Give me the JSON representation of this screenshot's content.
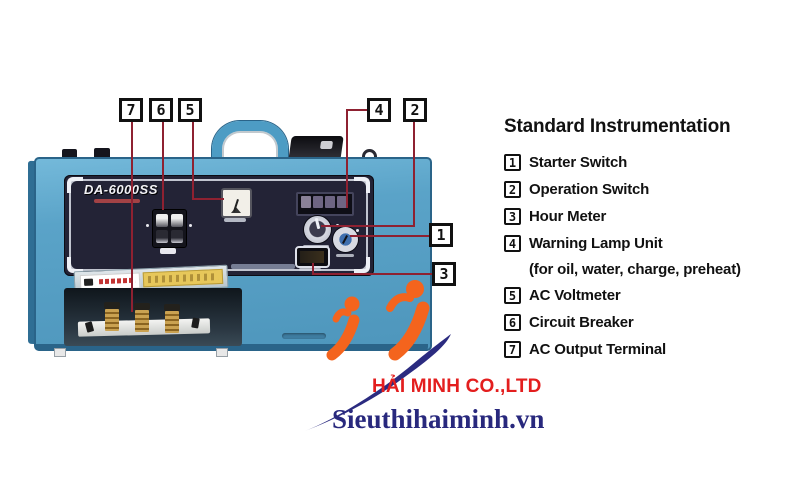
{
  "machine": {
    "model": "DA-6000SS"
  },
  "callout_labels": [
    "1",
    "2",
    "3",
    "4",
    "5",
    "6",
    "7"
  ],
  "legend": {
    "title": "Standard Instrumentation",
    "items": [
      {
        "num": "1",
        "label": "Starter Switch"
      },
      {
        "num": "2",
        "label": "Operation Switch"
      },
      {
        "num": "3",
        "label": "Hour Meter"
      },
      {
        "num": "4",
        "label": "Warning Lamp Unit",
        "sublabel": "(for oil, water, charge, preheat)"
      },
      {
        "num": "5",
        "label": "AC Voltmeter"
      },
      {
        "num": "6",
        "label": "Circuit Breaker"
      },
      {
        "num": "7",
        "label": "AC Output Terminal"
      }
    ]
  },
  "branding": {
    "company": "HẢI MINH CO.,LTD",
    "website": "Sieuthihaiminh.vn"
  },
  "colors": {
    "body_blue": "#57a0c5",
    "panel_navy": "#232336",
    "callout_line": "#8e2131",
    "brand_red": "#e31e1e",
    "brand_navy": "#28287d",
    "figure_orange": "#f4641d",
    "terminal_brass": "#caa251"
  }
}
